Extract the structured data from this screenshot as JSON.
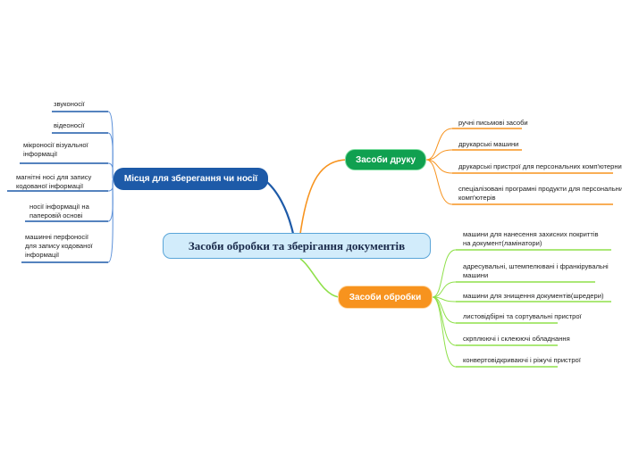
{
  "central": {
    "label": "Засоби обробки та зберігання документів"
  },
  "branches": [
    {
      "label": "Місця для зберегання чи носії",
      "color": "#1d5aa8",
      "leaves": [
        {
          "lines": [
            "звуконосії"
          ]
        },
        {
          "lines": [
            "відеоносії"
          ]
        },
        {
          "lines": [
            "мікроносії візуальної",
            "інформації"
          ]
        },
        {
          "lines": [
            "магнітні носі для запису",
            "кодованої інформації"
          ]
        },
        {
          "lines": [
            "носії інформації на",
            "паперовій основі"
          ]
        },
        {
          "lines": [
            "машинні перфоносії",
            "для запису кодованої",
            "інформації"
          ]
        }
      ]
    },
    {
      "label": "Засоби друку",
      "color": "#10a050",
      "leaves": [
        {
          "lines": [
            "ручні письмові засоби"
          ]
        },
        {
          "lines": [
            "друкарські машини"
          ]
        },
        {
          "lines": [
            "друкарські пристрої для персональних комп'ютерних систем"
          ]
        },
        {
          "lines": [
            "спеціалізовані програмні продукти для персональних",
            "комп'ютерів"
          ]
        }
      ]
    },
    {
      "label": "Засоби обробки",
      "color": "#f7931e",
      "leaves": [
        {
          "lines": [
            "машини для нанесення захисних покриттів",
            "на документ(ламінатори)"
          ]
        },
        {
          "lines": [
            "адресувальні, штемпелювані і франкірувальні",
            "машини"
          ]
        },
        {
          "lines": [
            "машини для знищення документів(шредери)"
          ]
        },
        {
          "lines": [
            "листовідбірні та сортувальні пристрої"
          ]
        },
        {
          "lines": [
            "скрплюючі і склеюючі обладнання"
          ]
        },
        {
          "lines": [
            "конвертовідкриваючі і ріжучі пристрої"
          ]
        }
      ]
    }
  ]
}
